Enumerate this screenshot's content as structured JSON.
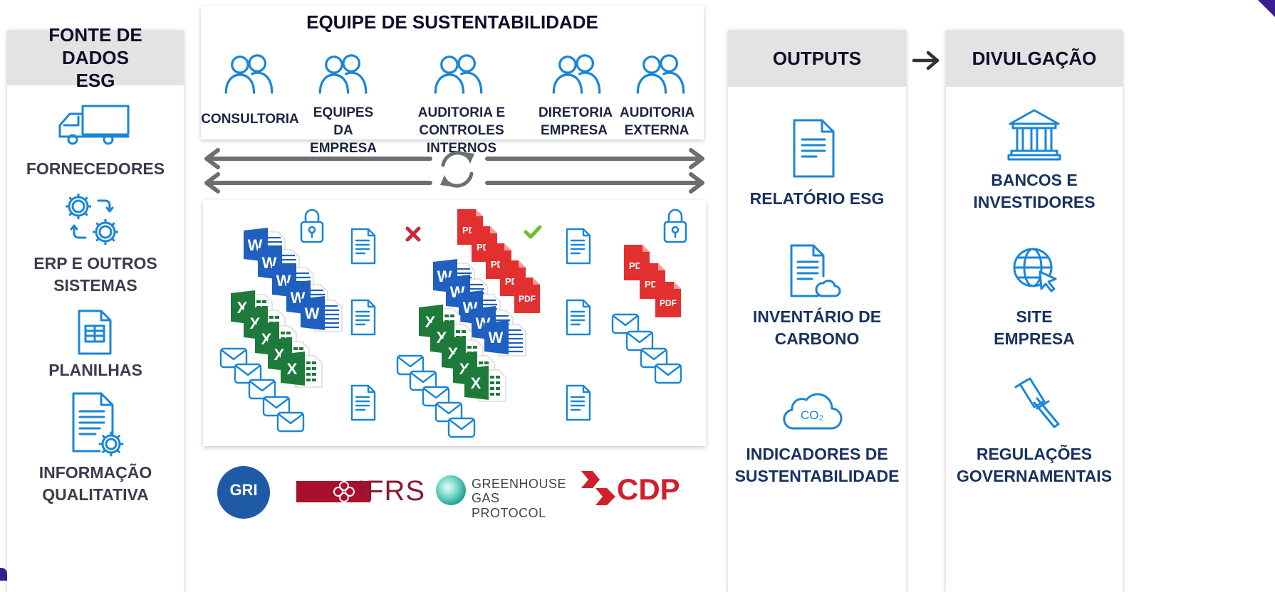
{
  "sources": {
    "header": "FONTE DE DADOS ESG",
    "items": [
      {
        "label": "FORNECEDORES",
        "icon": "truck-icon"
      },
      {
        "label": "ERP E OUTROS SISTEMAS",
        "icon": "gears-sync-icon"
      },
      {
        "label": "PLANILHAS",
        "icon": "spreadsheet-icon"
      },
      {
        "label": "INFORMAÇÃO QUALITATIVA",
        "icon": "document-gear-icon"
      }
    ]
  },
  "team": {
    "header": "EQUIPE DE SUSTENTABILIDADE",
    "members": [
      {
        "label": "CONSULTORIA",
        "icon": "people-icon"
      },
      {
        "label": "EQUIPES DA EMPRESA",
        "icon": "people-icon"
      },
      {
        "label": "AUDITORIA E CONTROLES INTERNOS",
        "icon": "people-icon"
      },
      {
        "label": "DIRETORIA EMPRESA",
        "icon": "people-icon"
      },
      {
        "label": "AUDITORIA EXTERNA",
        "icon": "people-icon"
      }
    ]
  },
  "file_badges": {
    "word": "W",
    "excel": "X",
    "pdf_short": "PD",
    "pdf": "PDF"
  },
  "frameworks": {
    "gri": "GRI",
    "ifrs": "IFRS",
    "ghg_line1": "GREENHOUSE",
    "ghg_line2": "GAS PROTOCOL",
    "cdp": "CDP"
  },
  "outputs": {
    "header": "OUTPUTS",
    "items": [
      {
        "label": "RELATÓRIO ESG",
        "icon": "report-document-icon"
      },
      {
        "label": "INVENTÁRIO DE CARBONO",
        "icon": "document-cloud-icon"
      },
      {
        "label": "INDICADORES DE SUSTENTABILIDADE",
        "icon": "co2-cloud-icon"
      }
    ],
    "co2": "CO₂"
  },
  "disclosure": {
    "header": "DIVULGAÇÃO",
    "items": [
      {
        "label": "BANCOS E INVESTIDORES",
        "icon": "bank-icon"
      },
      {
        "label": "SITE EMPRESA",
        "icon": "globe-cursor-icon"
      },
      {
        "label": "REGULAÇÕES GOVERNAMENTAIS",
        "icon": "gavel-icon"
      }
    ]
  },
  "colors": {
    "blue": "#1a86d6",
    "navy": "#17325e",
    "grey_head": "#e3e3e3",
    "word": "#1f5fbf",
    "excel": "#1e7a3a",
    "pdf": "#e23030",
    "cdp": "#d0202c",
    "ifrs": "#a8102e"
  }
}
